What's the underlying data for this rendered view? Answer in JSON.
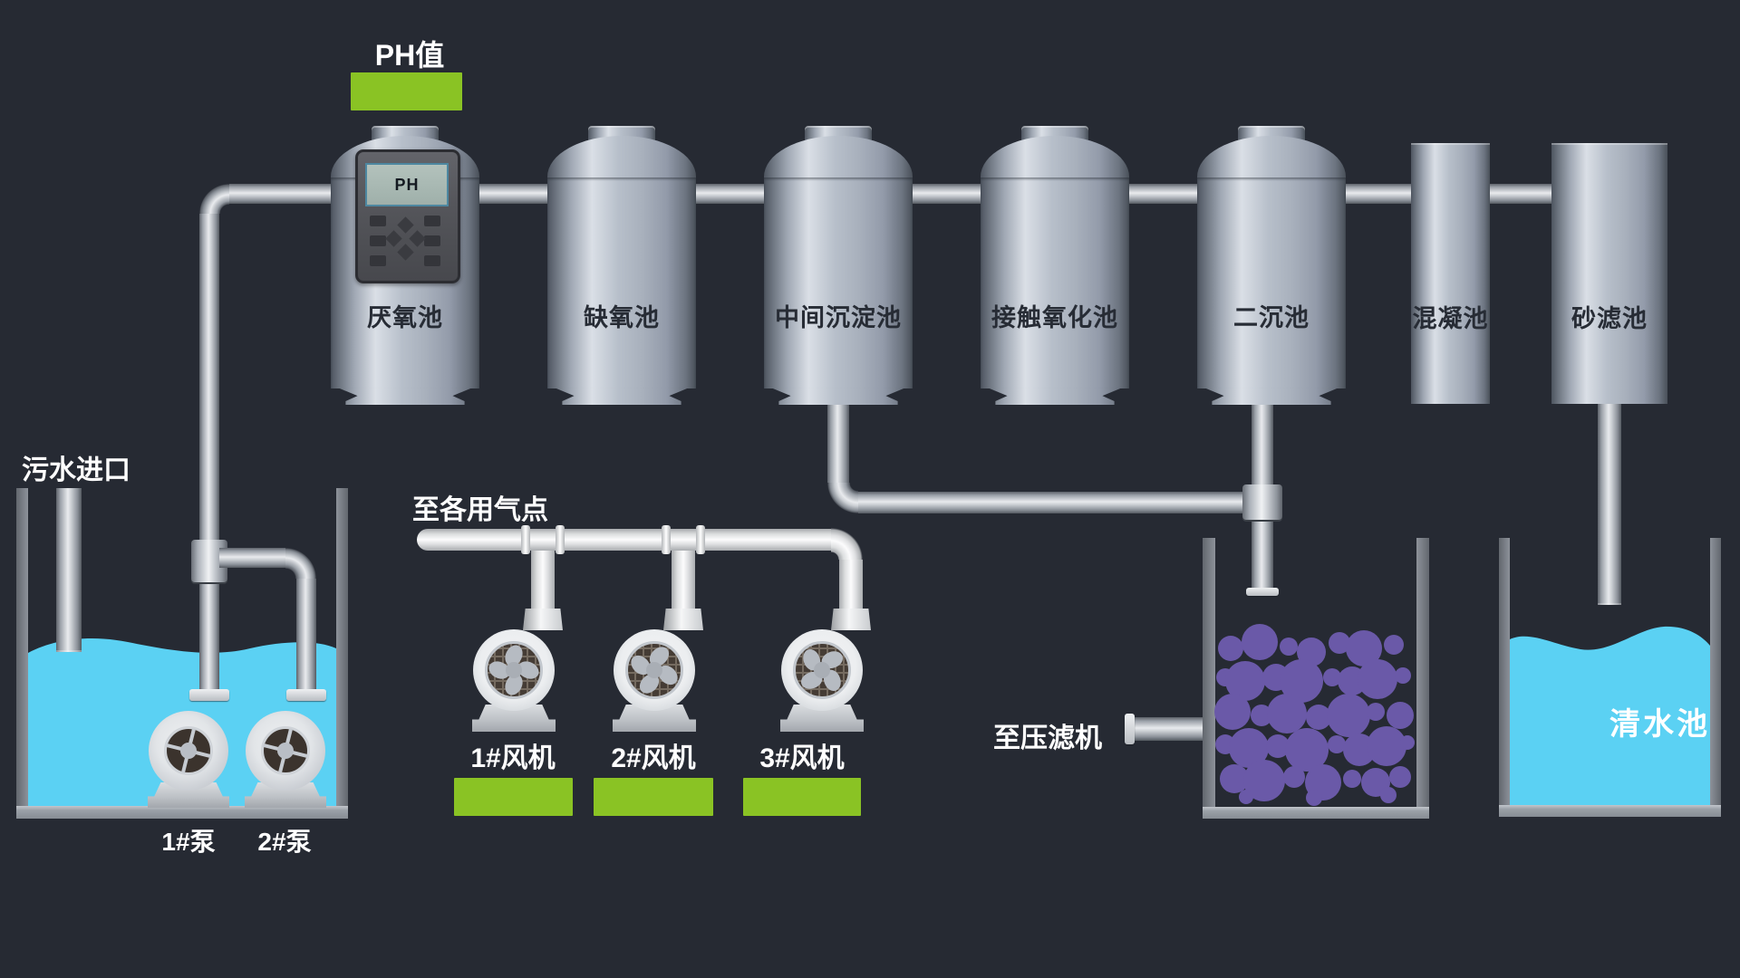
{
  "ph_sensor": {
    "label": "PH值",
    "screen_text": "PH"
  },
  "tanks": [
    {
      "label": "厌氧池"
    },
    {
      "label": "缺氧池"
    },
    {
      "label": "中间沉淀池"
    },
    {
      "label": "接触氧化池"
    },
    {
      "label": "二沉池"
    },
    {
      "label": "混凝池"
    },
    {
      "label": "砂滤池"
    }
  ],
  "sump": {
    "inlet_label": "污水进口",
    "pumps": [
      {
        "label": "1#泵"
      },
      {
        "label": "2#泵"
      }
    ]
  },
  "air_system": {
    "header_label": "至各用气点",
    "blowers": [
      {
        "label": "1#风机"
      },
      {
        "label": "2#风机"
      },
      {
        "label": "3#风机"
      }
    ]
  },
  "sludge_tank": {
    "outlet_label": "至压滤机"
  },
  "clean_tank": {
    "label": "清水池"
  },
  "colors": {
    "background": "#262A33",
    "water": "#5BD1F3",
    "status_green": "#8AC324",
    "sludge_purple": "#6A59A8"
  }
}
